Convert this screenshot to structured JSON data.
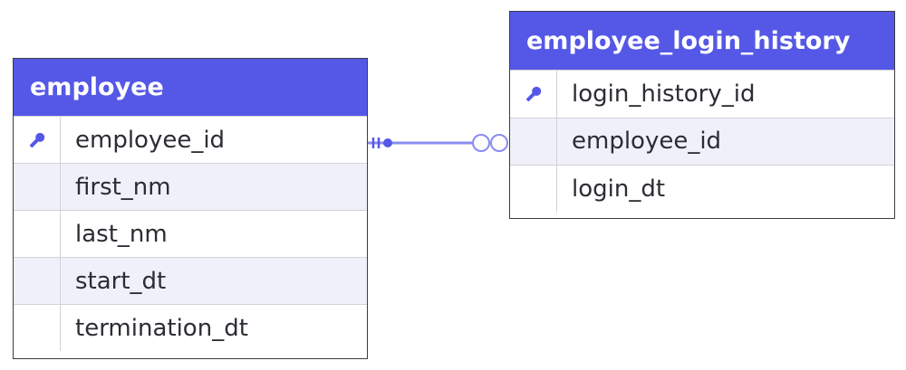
{
  "entities": {
    "employee": {
      "title": "employee",
      "fields": [
        {
          "name": "employee_id",
          "primary_key": true
        },
        {
          "name": "first_nm",
          "primary_key": false
        },
        {
          "name": "last_nm",
          "primary_key": false
        },
        {
          "name": "start_dt",
          "primary_key": false
        },
        {
          "name": "termination_dt",
          "primary_key": false
        }
      ]
    },
    "employee_login_history": {
      "title": "employee_login_history",
      "fields": [
        {
          "name": "login_history_id",
          "primary_key": true
        },
        {
          "name": "employee_id",
          "primary_key": false
        },
        {
          "name": "login_dt",
          "primary_key": false
        }
      ]
    }
  },
  "relationship": {
    "from": "employee.employee_id",
    "to": "employee_login_history.employee_id",
    "from_cardinality": "one-and-only-one",
    "to_cardinality": "zero-or-many"
  },
  "colors": {
    "header": "#5558e6",
    "accent": "#5558e6",
    "alt_row": "#f0f0fb",
    "connector": "#8a8cf0"
  },
  "icons": {
    "primary_key": "key-icon"
  }
}
